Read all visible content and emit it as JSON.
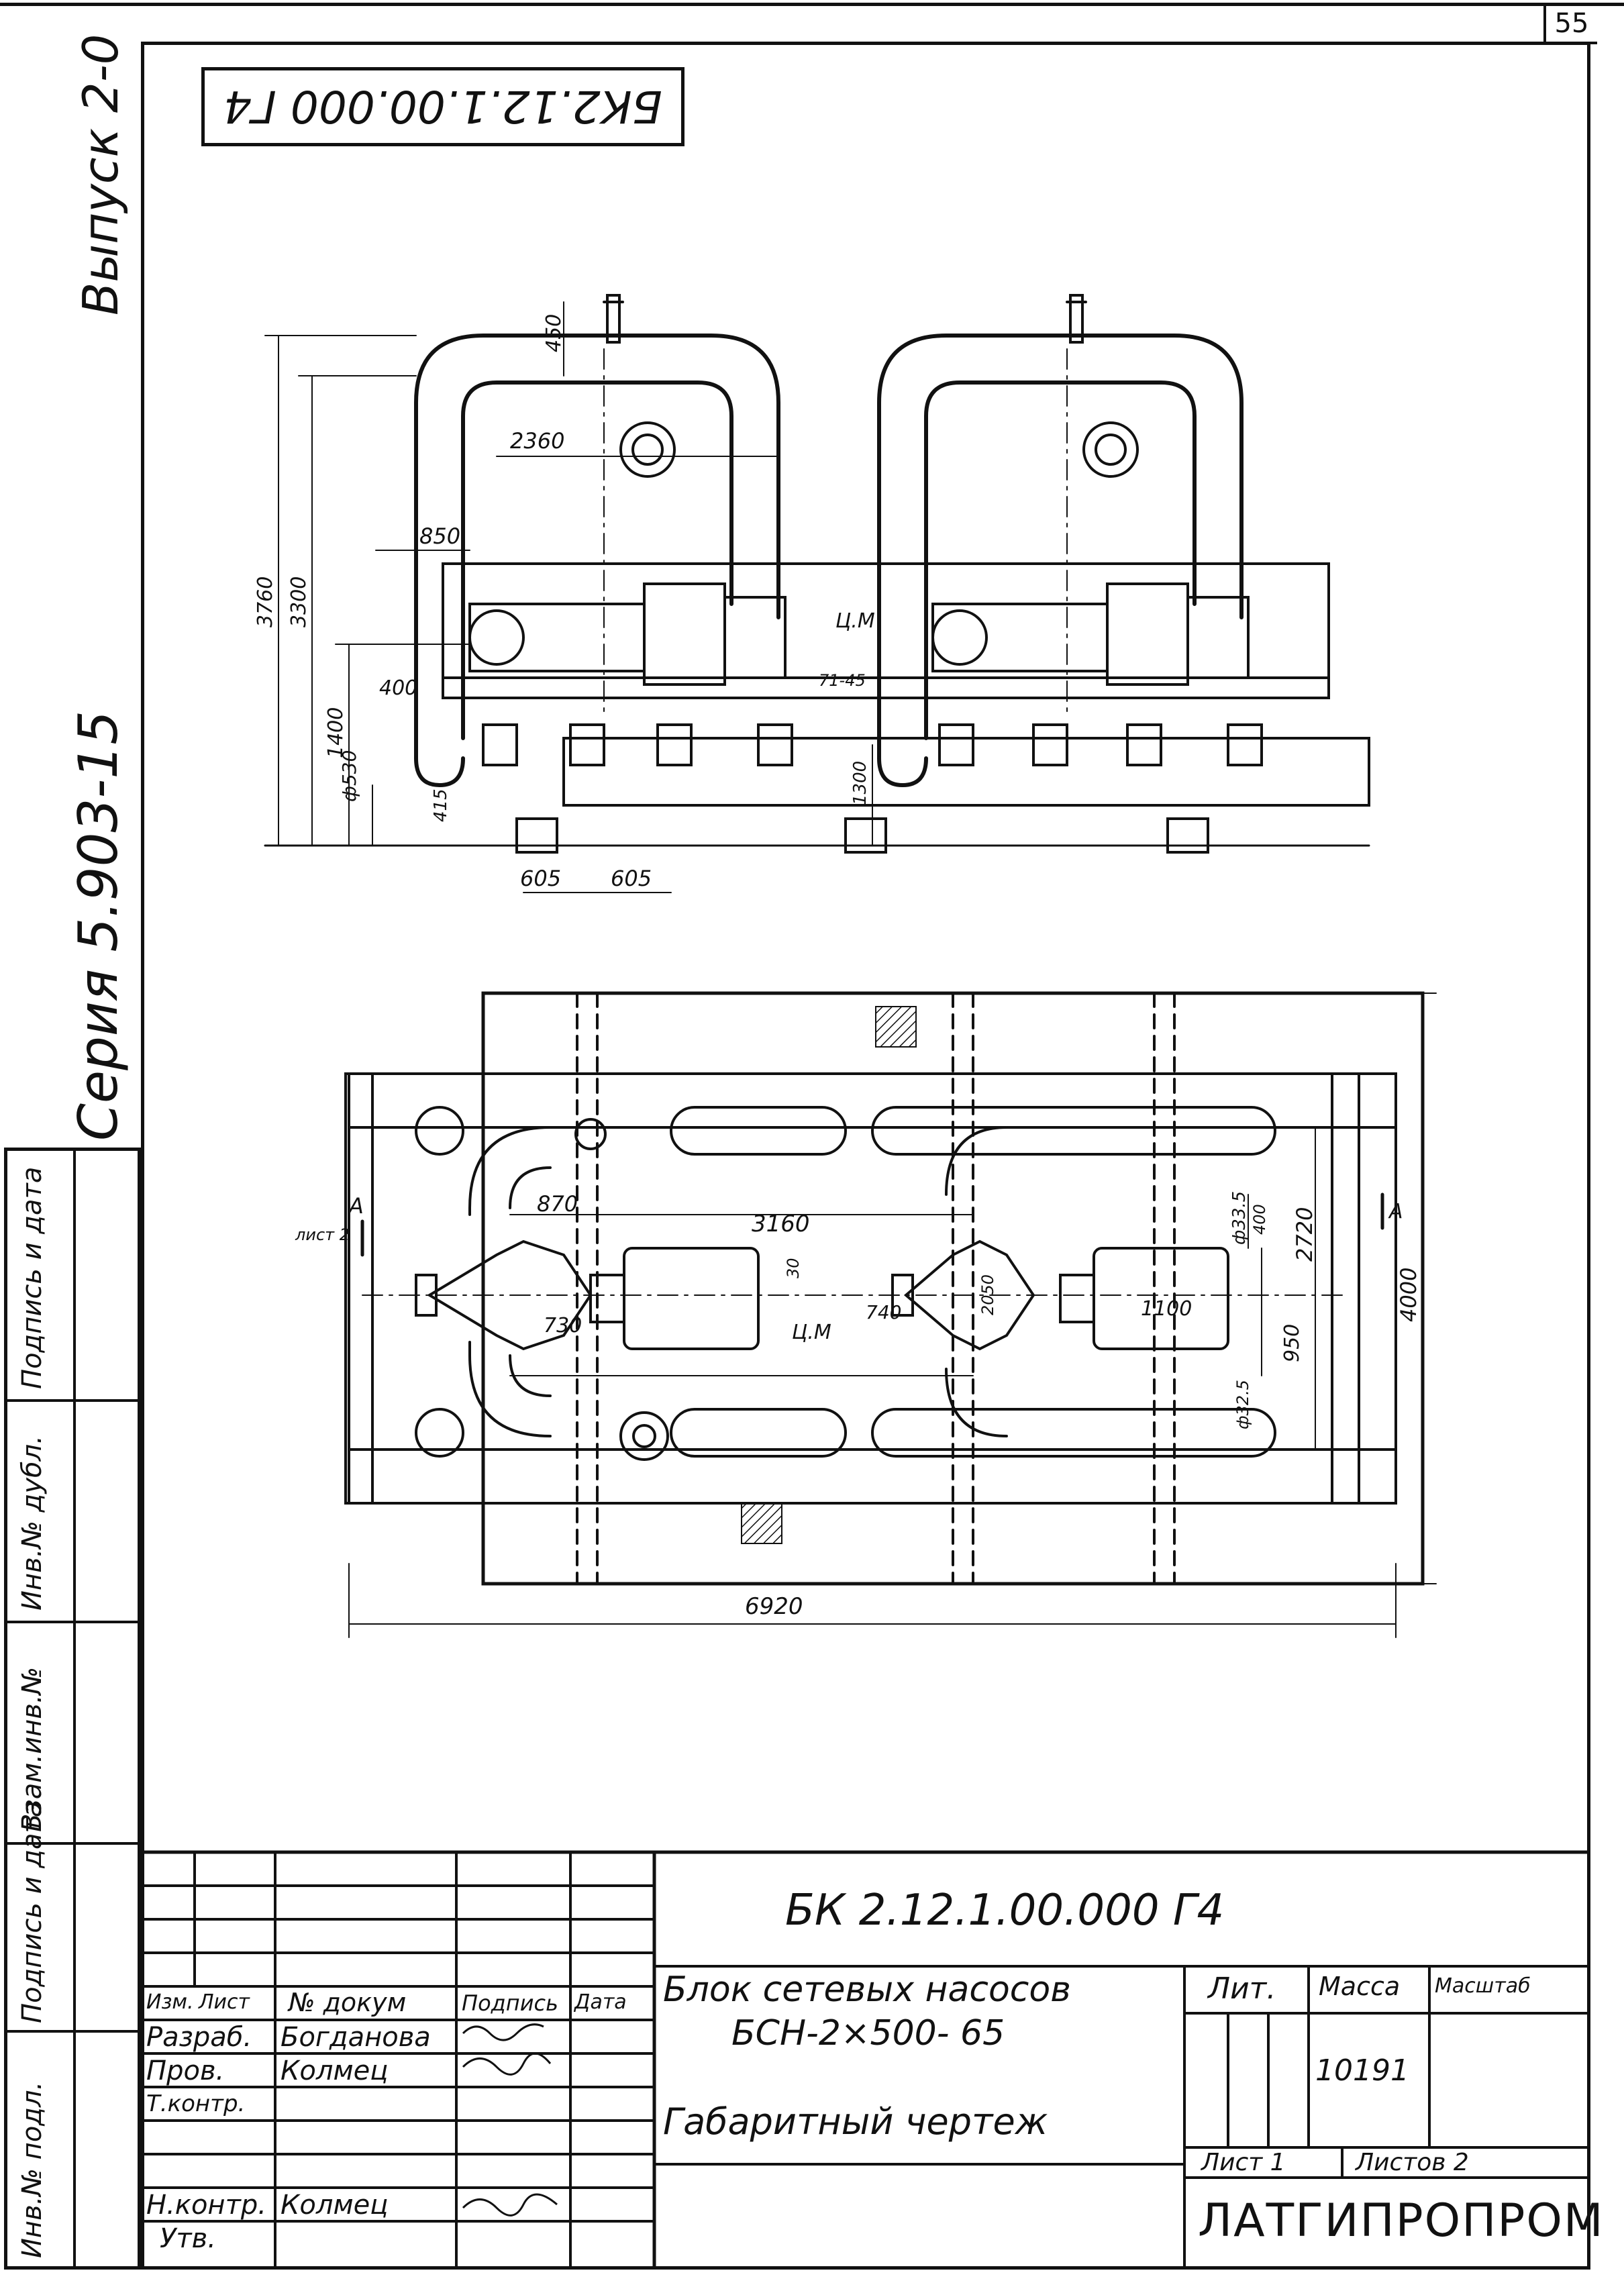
{
  "page_number": "55",
  "rotated_code": "БК2.12.1.00.000 Г4",
  "series": "Серия 5.903-15",
  "issue": "Выпуск 2-0",
  "left_strip": [
    "Инв.№ подл.",
    "Подпись и дата",
    "Взам.инв.№",
    "Инв.№ дубл.",
    "Подпись и дата"
  ],
  "elevation_dims": {
    "d450": "450",
    "d2360": "2360",
    "d850": "850",
    "d3760": "3760",
    "d3300": "3300",
    "d1400": "1400",
    "d400": "400",
    "d530": "ф530",
    "d415": "415",
    "d1300": "1300",
    "d605a": "605",
    "d605b": "605",
    "cm": "Ц.М",
    "t1": "71-45"
  },
  "plan_dims": {
    "sheet_ref": "А",
    "sheet_ref2": "лист 2",
    "sheet_ref_right": "А",
    "d870": "870",
    "d3160": "3160",
    "d30": "30",
    "d740": "740",
    "d2050": "2050",
    "d730": "730",
    "cm": "Ц.М",
    "d1100": "1100",
    "d33_5": "ф33.5",
    "d400": "400",
    "d2720": "2720",
    "d4000": "4000",
    "d950": "950",
    "d32_5": "ф32.5",
    "d6920": "6920"
  },
  "title_block": {
    "designation": "БК 2.12.1.00.000 Г4",
    "header": [
      "Изм.",
      "Лист",
      "№ докум",
      "Подпись",
      "Дата"
    ],
    "rows": [
      {
        "role": "Разраб.",
        "name": "Богданова"
      },
      {
        "role": "Пров.",
        "name": "Колмец"
      },
      {
        "role": "Т.контр.",
        "name": ""
      },
      {
        "role": "",
        "name": ""
      },
      {
        "role": "Н.контр.",
        "name": "Колмец"
      },
      {
        "role": "Утв.",
        "name": ""
      }
    ],
    "name_line1": "Блок сетевых насосов",
    "name_line2": "БСН-2×500- 65",
    "doc_type": "Габаритный чертеж",
    "lit_label": "Лит.",
    "mass_label": "Масса",
    "scale_label": "Масштаб",
    "mass_value": "10191",
    "sheet": "Лист 1",
    "sheets": "Листов 2",
    "organization": "ЛАТГИПРОПРОМ"
  }
}
